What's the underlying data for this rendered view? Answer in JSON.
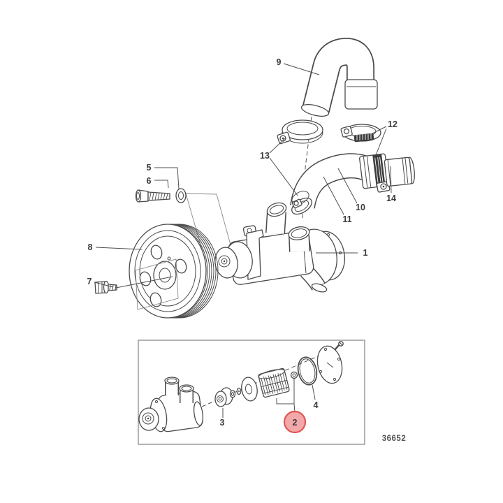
{
  "figure": {
    "drawing_number": "36652",
    "background_color": "#ffffff",
    "line_color": "#4a4a4a",
    "label_color": "#3b3b3b"
  },
  "highlight": {
    "selected_callout": "2",
    "fill": "#f2a8a8",
    "stroke": "#e05555"
  },
  "callouts": [
    {
      "label": "1"
    },
    {
      "label": "2"
    },
    {
      "label": "3"
    },
    {
      "label": "4"
    },
    {
      "label": "5"
    },
    {
      "label": "6"
    },
    {
      "label": "7"
    },
    {
      "label": "8"
    },
    {
      "label": "9"
    },
    {
      "label": "10"
    },
    {
      "label": "11"
    },
    {
      "label": "12"
    },
    {
      "label": "13"
    },
    {
      "label": "14"
    }
  ]
}
